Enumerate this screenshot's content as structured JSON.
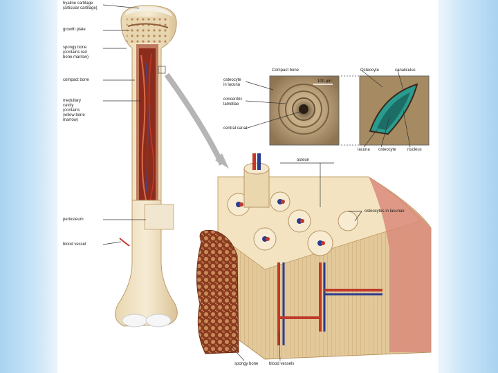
{
  "diagram": {
    "left_labels": {
      "hyaline_cartilage": "hyaline cartilage\n(articular cartilage)",
      "growth_plate": "growth plate",
      "spongy_bone": "spongy bone\n(contains red\nbone marrow)",
      "compact_bone": "compact bone",
      "medullary_cavity": "medullary\ncavity\n(contains\nyellow bone\nmarrow)",
      "periosteum": "periosteum",
      "blood_vessel": "blood vessel"
    },
    "micro_labels": {
      "compact_bone_title": "Compact bone",
      "scale_bar": "100 µm",
      "osteocyte_in_lacuna": "osteocyte\nin lacuna",
      "concentric_lamellae": "concentric\nlamellae",
      "central_canal": "central canal",
      "osteocyte_title": "Osteocyte",
      "canaliculus": "canaliculus",
      "lacuna": "lacuna",
      "osteocyte": "osteocyte",
      "nucleus": "nucleus"
    },
    "block_labels": {
      "osteon": "osteon",
      "osteocytes_in_lacunae": "osteocytes in lacunae",
      "spongy_bone": "spongy bone",
      "blood_vessels": "blood vessels"
    }
  }
}
